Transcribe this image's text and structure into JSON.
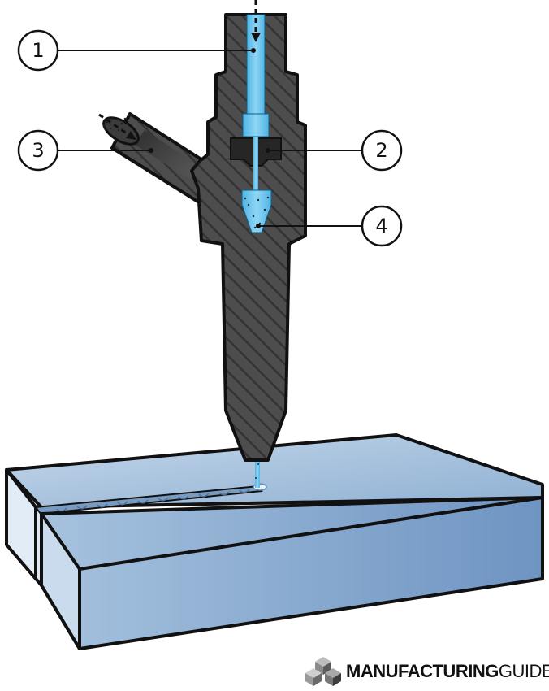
{
  "callouts": [
    {
      "number": "1",
      "name": "water-inlet"
    },
    {
      "number": "2",
      "name": "orifice"
    },
    {
      "number": "3",
      "name": "abrasive-inlet"
    },
    {
      "number": "4",
      "name": "mixing-chamber"
    }
  ],
  "brand": {
    "name_strong": "MANUFACTURING",
    "name_light": "GUIDE"
  },
  "colors": {
    "nozzle_body": "#4a4a4a",
    "hatch": "#2c2c2c",
    "water": "#6ec5ec",
    "abrasive_tube": "#3a3a3a",
    "workpiece_top": "#b6cde3",
    "workpiece_front": "#87a9cf",
    "workpiece_side": "#d4e2ef",
    "outline": "#111111"
  }
}
